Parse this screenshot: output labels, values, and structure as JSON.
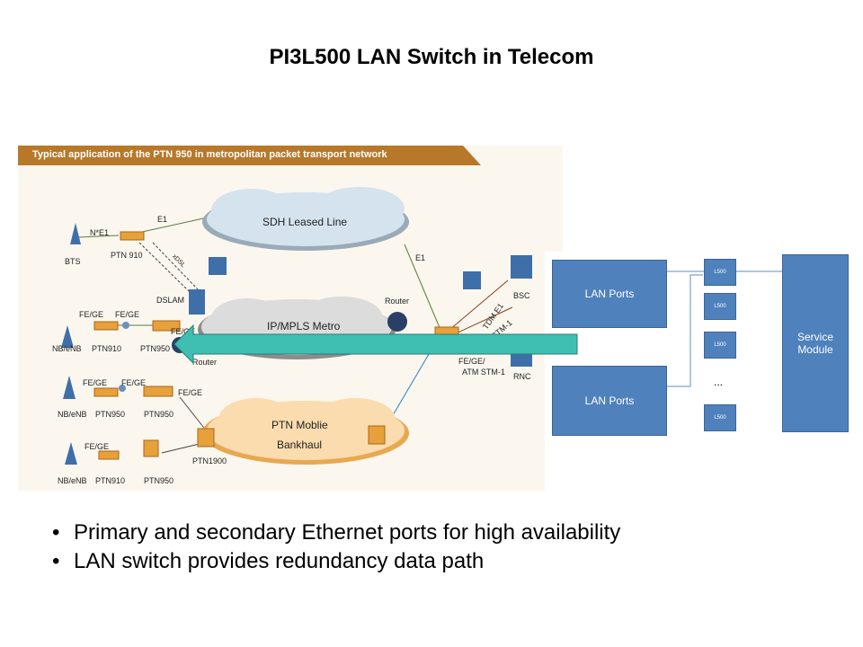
{
  "slide": {
    "title": "PI3L500 LAN Switch in Telecom"
  },
  "figure": {
    "header": "Typical application of the PTN 950 in metropolitan packet transport network",
    "clouds": {
      "sdh": "SDH Leased Line",
      "ipmpls": "IP/MPLS Metro",
      "ptn_line1": "PTN Moblie",
      "ptn_line2": "Bankhaul"
    },
    "labels": {
      "e1_top": "E1",
      "e1_right": "E1",
      "nxe1": "N*E1",
      "bts": "BTS",
      "ptn910_top": "PTN 910",
      "xdsl": "xDSL",
      "dslam": "DSLAM",
      "fege_1": "FE/GE",
      "fege_2": "FE/GE",
      "fege_3": "FE/GE",
      "nbenb_1": "NB/eNB",
      "ptn910_1": "PTN910",
      "ptn950_1": "PTN950",
      "router_left": "Router",
      "router_center": "Router",
      "fege_4": "FE/GE",
      "fege_5": "FE/GE",
      "fege_6": "FE/GE",
      "nbenb_2": "NB/eNB",
      "ptn950_2": "PTN950",
      "ptn950_3": "PTN950",
      "fege_7": "FE/GE",
      "nbenb_3": "NB/eNB",
      "ptn910_2": "PTN910",
      "ptn950_4": "PTN950",
      "ptn1900": "PTN1900",
      "bsc": "BSC",
      "rnc": "RNC",
      "tdm_e1": "TDM E1",
      "stm1": "c-STM-1",
      "fege_atm_1": "FE/GE/",
      "fege_atm_2": "ATM STM-1"
    }
  },
  "block_diagram": {
    "lan_ports_top": "LAN Ports",
    "lan_ports_bottom": "LAN Ports",
    "chips": [
      "L500",
      "L500",
      "L500",
      "L500"
    ],
    "ellipsis": "...",
    "service_module_line1": "Service",
    "service_module_line2": "Module"
  },
  "colors": {
    "header_brown": "#b8782a",
    "lan_blue": "#4f81bd",
    "arrow_teal": "#3fbfb2"
  },
  "bullets": [
    "Primary and secondary Ethernet ports for high availability",
    "LAN switch provides redundancy data path"
  ]
}
